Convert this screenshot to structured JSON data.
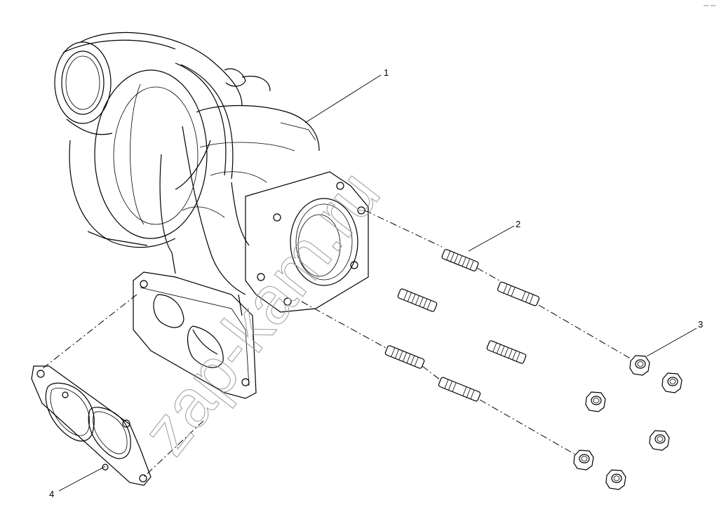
{
  "callouts": [
    {
      "id": "1",
      "label": "1"
    },
    {
      "id": "2",
      "label": "2"
    },
    {
      "id": "3",
      "label": "3"
    },
    {
      "id": "4",
      "label": "4"
    }
  ],
  "watermark": "zap-kam.ru",
  "colors": {
    "line": "#000000",
    "watermark": "#9a9a9a",
    "background": "#ffffff"
  }
}
